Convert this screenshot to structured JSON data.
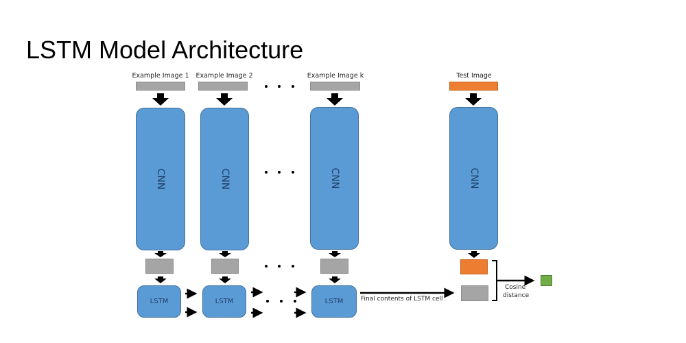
{
  "title": "LSTM Model Architecture",
  "columns": [
    {
      "input_label": "Example Image 1",
      "cnn_label": "CNN",
      "lstm_label": "LSTM"
    },
    {
      "input_label": "Example Image 2",
      "cnn_label": "CNN",
      "lstm_label": "LSTM"
    },
    {
      "input_label": "Example Image k",
      "cnn_label": "CNN",
      "lstm_label": "LSTM"
    }
  ],
  "test_column": {
    "input_label": "Test Image",
    "cnn_label": "CNN"
  },
  "final_label": "Final contents of LSTM cell",
  "cosine_label_line1": "Cosine",
  "cosine_label_line2": "distance",
  "ellipsis": "…",
  "colors": {
    "cnn_blue": "#5b9bd5",
    "example_gray": "#a5a5a5",
    "test_orange": "#ed7d31",
    "output_green": "#70ad47"
  }
}
